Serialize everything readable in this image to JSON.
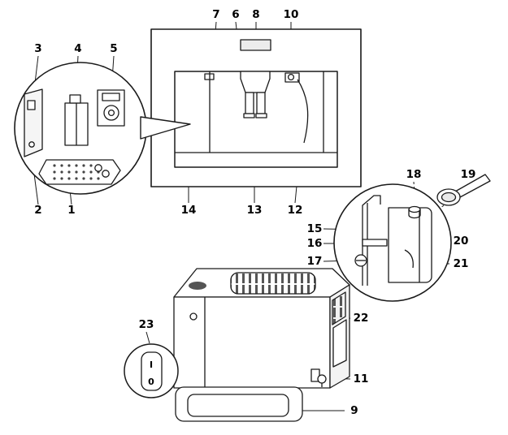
{
  "diagram": {
    "type": "appliance-parts-callout-diagram",
    "callouts": [
      "1",
      "2",
      "3",
      "4",
      "5",
      "6",
      "7",
      "8",
      "9",
      "10",
      "11",
      "12",
      "13",
      "14",
      "15",
      "16",
      "17",
      "18",
      "19",
      "20",
      "21",
      "22",
      "23"
    ],
    "power_switch": {
      "on_label": "I",
      "off_label": "0"
    },
    "colors": {
      "line": "#1a1a1a",
      "background": "#ffffff",
      "shade": "#f3f3f3",
      "dark_fill": "#555555"
    }
  }
}
